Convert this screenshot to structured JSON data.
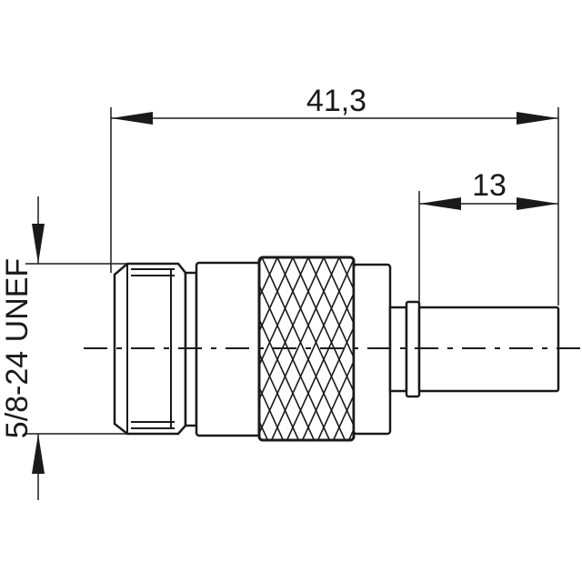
{
  "dimensions": {
    "overall_length": "41,3",
    "cable_end_length": "13",
    "thread_spec": "5/8-24 UNEF"
  }
}
